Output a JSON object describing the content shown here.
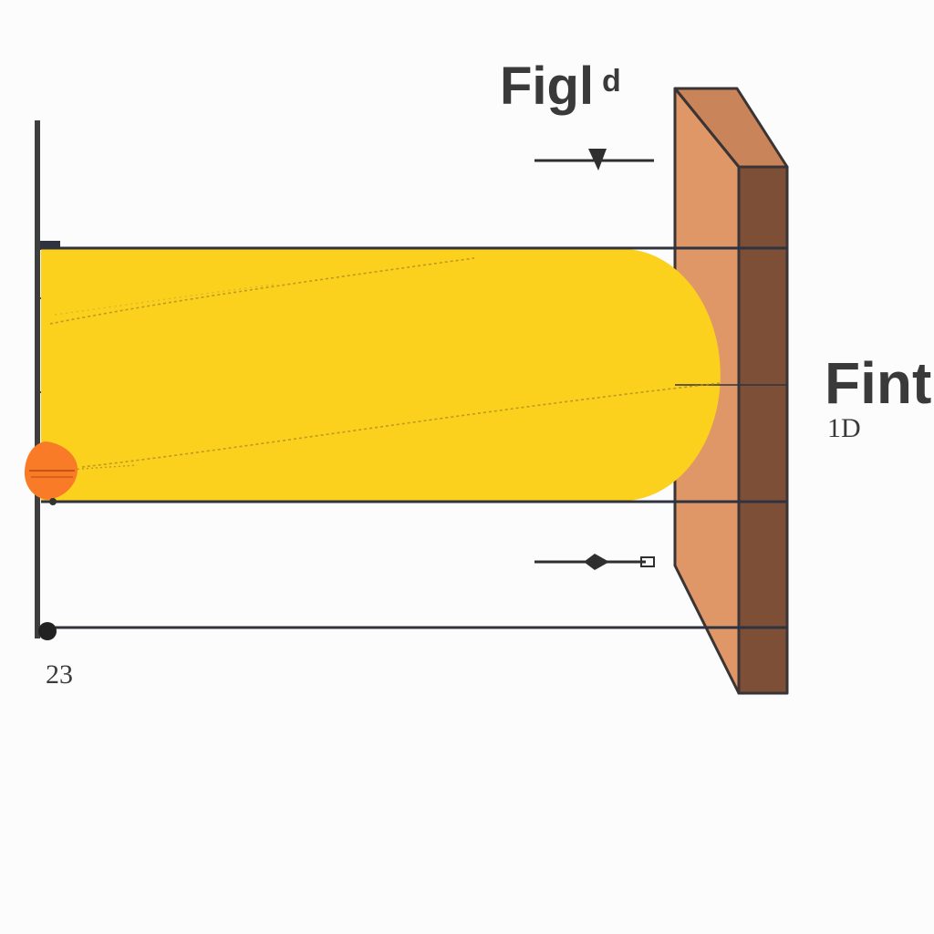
{
  "labels": {
    "top_title": "Figl",
    "top_title_suffix": "d",
    "right_title": "Fint",
    "right_number": "1D",
    "bottom_number": "23"
  },
  "colors": {
    "beam_fill": "#fbd11e",
    "wall_front": "#df9767",
    "wall_side": "#7d4f37",
    "wall_top": "#c9845a",
    "wall_stroke": "#3a3434",
    "axis": "#3e3e3e",
    "line": "#2f3340",
    "source_marker": "#f97b28",
    "dash": "#b08a22",
    "text": "#3a3a3a"
  },
  "icons": {
    "arrow_top": "arrow-down-head-icon",
    "arrow_bottom": "arrow-right-head-icon",
    "source": "source-point-icon"
  }
}
